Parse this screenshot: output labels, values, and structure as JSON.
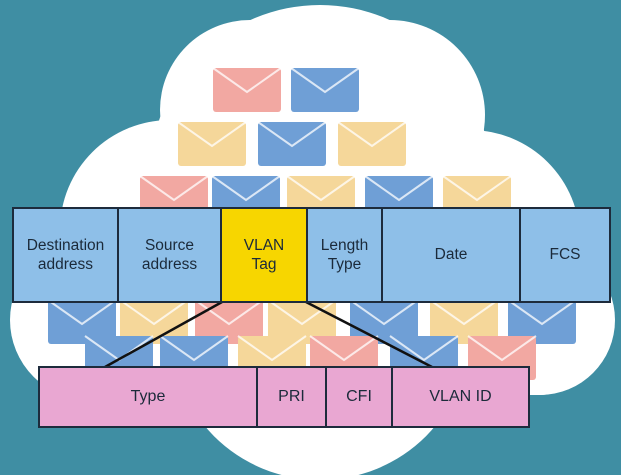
{
  "colors": {
    "background": "#3f8ea3",
    "cloud": "#ffffff",
    "frame_field": "#8ebfe8",
    "vlan_field": "#f7d600",
    "tag_field": "#e9a7d2",
    "envelope_pink": "#f2a8a2",
    "envelope_blue": "#6f9fd6",
    "envelope_yellow": "#f5d79a",
    "outline": "#1d2b3c"
  },
  "frame": {
    "fields": [
      {
        "label": "Destination\naddress"
      },
      {
        "label": "Source\naddress"
      },
      {
        "label": "VLAN\nTag"
      },
      {
        "label": "Length\nType"
      },
      {
        "label": "Date"
      },
      {
        "label": "FCS"
      }
    ]
  },
  "vlan_tag": {
    "fields": [
      {
        "label": "Type"
      },
      {
        "label": "PRI"
      },
      {
        "label": "CFI"
      },
      {
        "label": "VLAN ID"
      }
    ]
  },
  "decor": {
    "envelope_icon": "envelope-icon",
    "cloud_icon": "cloud-icon"
  }
}
